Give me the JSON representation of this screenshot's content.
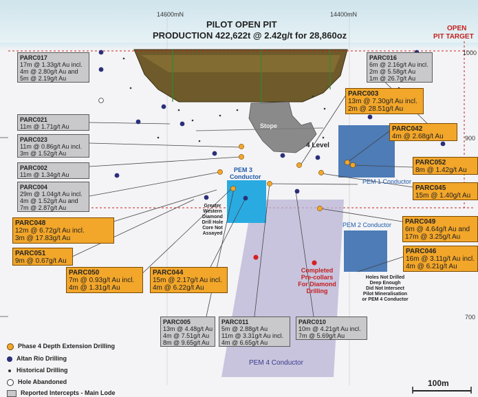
{
  "header": {
    "coord_left": "14600mN",
    "coord_right": "14400mN",
    "title": "PILOT OPEN PIT",
    "subtitle": "PRODUCTION 422,622t @ 2.42g/t for 28,860oz",
    "open_pit_target_line1": "OPEN",
    "open_pit_target_line2": "PIT TARGET"
  },
  "elevations": [
    "1000",
    "900",
    "700"
  ],
  "labels": {
    "stope": "Stope",
    "level": "4 Level",
    "pem3_line1": "PEM 3",
    "pem3_line2": "Conductor",
    "pem1": "PEM 1 Conductor",
    "pem2": "PEM 2 Conductor",
    "pem4": "PEM 4 Conductor",
    "greater_western": [
      "Greater",
      "Western",
      "Diamond",
      "Drill Hole",
      "Core Not",
      "Assayed"
    ],
    "completed": [
      "Completed",
      "Pre-collars",
      "For Diamond",
      "Drilling"
    ],
    "holes_not_drilled": [
      "Holes Not Drilled",
      "Deep Enough",
      "Did Not Intersect",
      "Pilot Mineralisation",
      "or PEM 4 Conductor"
    ],
    "scale": "100m"
  },
  "boxes": [
    {
      "id": "PARC017",
      "lines": [
        "17m @ 1.33g/t Au incl.",
        "4m @ 2.80g/t Au and",
        "5m @ 2.19g/t Au"
      ],
      "style": "gray"
    },
    {
      "id": "PARC016",
      "lines": [
        "6m @ 2.16g/t Au incl.",
        "2m @ 5.58g/t Au",
        "1m @ 26.7g/t Au"
      ],
      "style": "gray"
    },
    {
      "id": "PARC003",
      "lines": [
        "13m @ 7.30g/t Au incl.",
        "2m @ 28.51g/t Au"
      ],
      "style": "orange"
    },
    {
      "id": "PARC021",
      "lines": [
        "11m @ 1.71g/t Au"
      ],
      "style": "gray"
    },
    {
      "id": "PARC042",
      "lines": [
        "4m @ 2.68g/t Au"
      ],
      "style": "orange"
    },
    {
      "id": "PARC023",
      "lines": [
        "11m @ 0.86g/t Au incl.",
        "3m @ 1.52g/t Au"
      ],
      "style": "gray"
    },
    {
      "id": "PARC052",
      "lines": [
        "8m @ 1.42g/t Au"
      ],
      "style": "orange"
    },
    {
      "id": "PARC002",
      "lines": [
        "11m @ 1.34g/t Au"
      ],
      "style": "gray"
    },
    {
      "id": "PARC004",
      "lines": [
        "29m @ 1.04g/t Au incl.",
        "4m @ 1.52g/t Au and",
        "7m @ 2.87g/t Au"
      ],
      "style": "gray"
    },
    {
      "id": "PARC045",
      "lines": [
        "15m @ 1.40g/t Au"
      ],
      "style": "orange"
    },
    {
      "id": "PARC048",
      "lines": [
        "12m @ 6.72g/t Au incl.",
        "3m @ 17.83g/t Au"
      ],
      "style": "orange"
    },
    {
      "id": "PARC049",
      "lines": [
        "6m @ 4.64g/t Au and",
        "17m @ 3.25g/t Au"
      ],
      "style": "orange"
    },
    {
      "id": "PARC051",
      "lines": [
        "9m @ 0.67g/t Au"
      ],
      "style": "orange"
    },
    {
      "id": "PARC046",
      "lines": [
        "16m @ 3.11g/t Au incl.",
        "4m @ 6.21g/t Au"
      ],
      "style": "orange"
    },
    {
      "id": "PARC050",
      "lines": [
        "7m @ 0.93g/t Au incl.",
        "4m @ 1.31g/t Au"
      ],
      "style": "orange"
    },
    {
      "id": "PARC044",
      "lines": [
        "15m @ 2.17g/t Au incl.",
        "4m @ 6.22g/t Au"
      ],
      "style": "orange"
    },
    {
      "id": "PARC005",
      "lines": [
        "13m @ 4.48g/t Au",
        "4m @ 7.51g/t Au",
        "8m @ 9.65g/t Au"
      ],
      "style": "gray"
    },
    {
      "id": "PARC011",
      "lines": [
        "5m @ 2.88g/t Au",
        "11m @ 3.31g/t Au incl.",
        "4m @ 6.65g/t Au"
      ],
      "style": "gray"
    },
    {
      "id": "PARC010",
      "lines": [
        "10m @ 4.21g/t Au incl.",
        "7m @ 5.69g/t Au"
      ],
      "style": "gray"
    }
  ],
  "legend": [
    {
      "symbol": "orange-dot",
      "label": "Phase 4 Depth Extension Drilling",
      "color": "#f2a62a"
    },
    {
      "symbol": "navy-dot",
      "label": "Altan Rio Drilling",
      "color": "#2b2f7a"
    },
    {
      "symbol": "small-dot",
      "label": "Historical Drilling",
      "color": "#333333"
    },
    {
      "symbol": "open-circle",
      "label": "Hole Abandoned",
      "color": "#ffffff"
    },
    {
      "symbol": "gray-box",
      "label": "Reported Intercepts - Main Lode",
      "color": "#c9c9cb"
    }
  ],
  "colors": {
    "orange_box": "#f2a62a",
    "gray_box": "#c9c9cb",
    "pem_blue": "#1e5aa8",
    "pem3_cyan": "#29abe2",
    "pem4_lavender": "#b9b4d6",
    "red_text": "#c3201e"
  }
}
